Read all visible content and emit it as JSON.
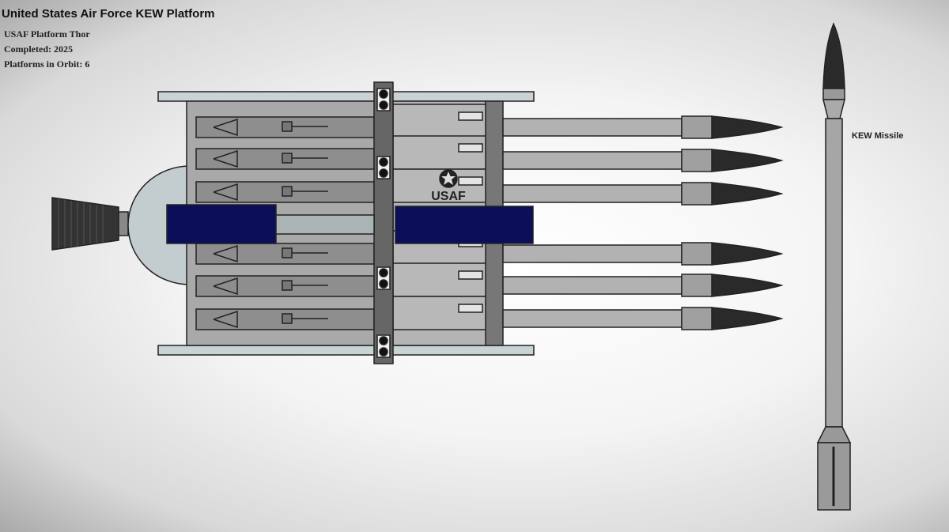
{
  "title": "United States Air Force KEW Platform",
  "info": {
    "platform": "USAF Platform Thor",
    "completed": "Completed: 2025",
    "orbit": "Platforms in Orbit: 6"
  },
  "insignia": "USAF",
  "missile_label": "KEW Missile",
  "colors": {
    "panel": "#0b0f5a",
    "hull": "#b4b4b4",
    "dark": "#6a6a6a",
    "warhead": "#2a2a2a"
  }
}
